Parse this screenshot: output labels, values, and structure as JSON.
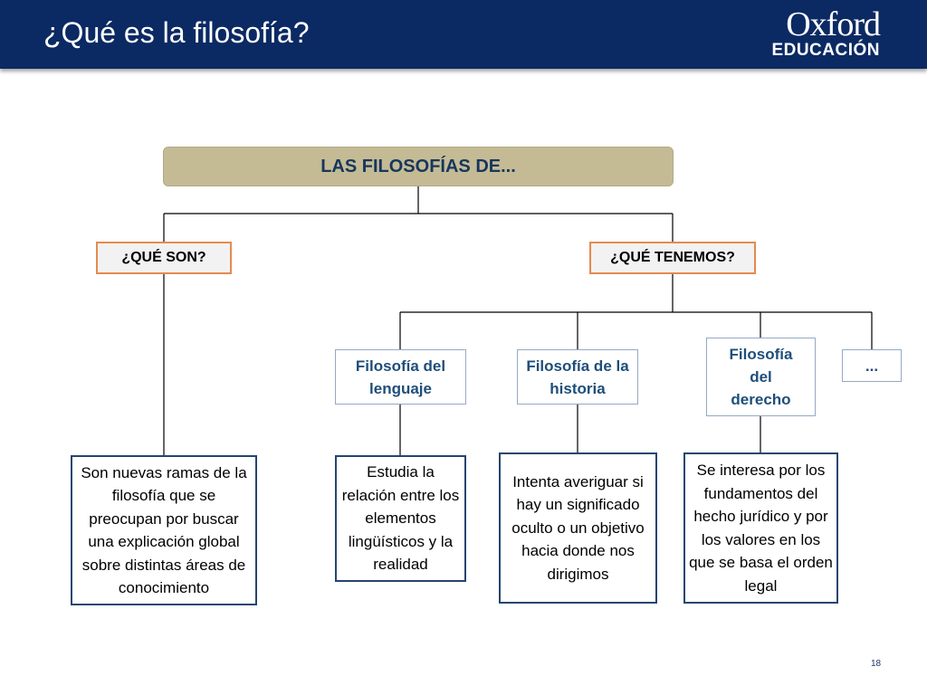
{
  "slide": {
    "title": "¿Qué es la filosofía?",
    "page_number": "18"
  },
  "logo": {
    "line1": "Oxford",
    "line2": "EDUCACIÓN"
  },
  "diagram": {
    "root": "LAS FILOSOFÍAS DE...",
    "que_son": {
      "label": "¿QUÉ SON?",
      "description": "Son nuevas ramas de la filosofía que se preocupan por buscar una explicación global sobre distintas áreas de conocimiento"
    },
    "que_tenemos": {
      "label": "¿QUÉ TENEMOS?",
      "branches": [
        {
          "label": "Filosofía del lenguaje",
          "description": "Estudia la relación entre los elementos lingüísticos y la realidad"
        },
        {
          "label": "Filosofía de la historia",
          "description": "Intenta averiguar si hay un significado oculto o un objetivo hacia donde nos dirigimos"
        },
        {
          "label": "Filosofía del derecho",
          "description": "Se interesa por los fundamentos del hecho jurídico y por los valores en los que se basa el orden legal"
        },
        {
          "label": "..."
        }
      ]
    }
  },
  "colors": {
    "header_bg": "#0b2a63",
    "root_fill": "#c4bb95",
    "category_border": "#e58a4f",
    "description_border": "#25456f",
    "branch_text": "#1f4e79"
  }
}
